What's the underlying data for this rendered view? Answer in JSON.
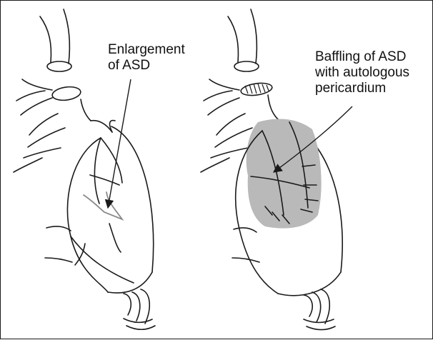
{
  "panels": [
    {
      "id": "left",
      "label_lines": [
        "Enlargement",
        "of ASD"
      ]
    },
    {
      "id": "right",
      "label_lines": [
        "Baffling of ASD",
        "with autologous",
        "pericardium"
      ]
    }
  ],
  "colors": {
    "line": "#1a1a1a",
    "gray_line": "#8a8a8a",
    "patch_fill": "#b9b9b9",
    "background": "#ffffff"
  }
}
